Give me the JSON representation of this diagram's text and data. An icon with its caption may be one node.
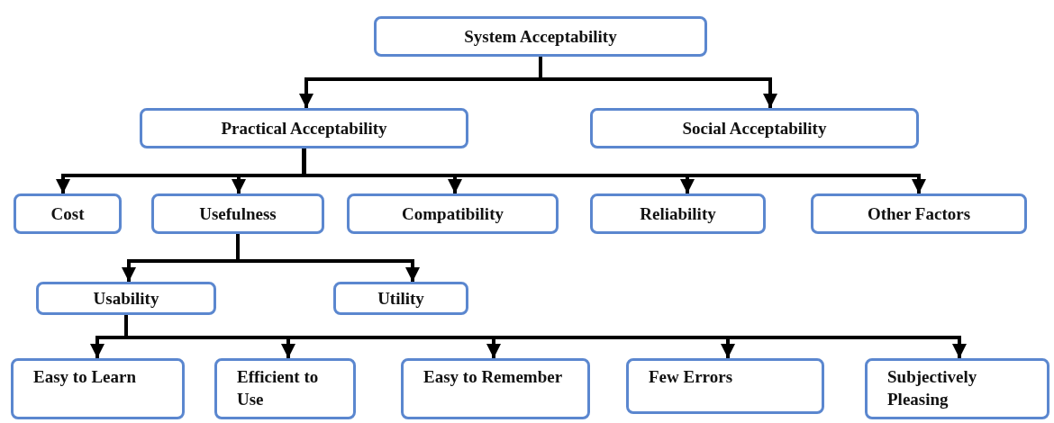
{
  "diagram": {
    "nodes": [
      {
        "text": [
          "System Acceptability"
        ]
      },
      {
        "text": [
          "Practical Acceptability"
        ]
      },
      {
        "text": [
          "Social Acceptability"
        ]
      },
      {
        "text": [
          "Cost"
        ]
      },
      {
        "text": [
          "Usefulness"
        ]
      },
      {
        "text": [
          "Compatibility"
        ]
      },
      {
        "text": [
          "Reliability"
        ]
      },
      {
        "text": [
          "Other Factors"
        ]
      },
      {
        "text": [
          "Usability"
        ]
      },
      {
        "text": [
          "Utility"
        ]
      },
      {
        "text": [
          "Easy to Learn"
        ]
      },
      {
        "text": [
          "Efficient to Use"
        ]
      },
      {
        "text": [
          "Easy to Remember"
        ]
      },
      {
        "text": [
          "Few Errors"
        ]
      },
      {
        "text": [
          "Subjectively Pleasing"
        ]
      }
    ],
    "edges": [
      {
        "from": 0,
        "to": 1,
        "arrow": "to"
      },
      {
        "from": 0,
        "to": 2,
        "arrow": "to"
      },
      {
        "from": 1,
        "to": 3,
        "arrow": "to"
      },
      {
        "from": 1,
        "to": 4,
        "arrow": "to"
      },
      {
        "from": 1,
        "to": 5,
        "arrow": "to"
      },
      {
        "from": 1,
        "to": 6,
        "arrow": "to"
      },
      {
        "from": 1,
        "to": 7,
        "arrow": "to"
      },
      {
        "from": 4,
        "to": 8,
        "arrow": "to"
      },
      {
        "from": 4,
        "to": 9,
        "arrow": "to"
      },
      {
        "from": 8,
        "to": 10,
        "arrow": "to"
      },
      {
        "from": 8,
        "to": 11,
        "arrow": "to"
      },
      {
        "from": 8,
        "to": 12,
        "arrow": "to"
      },
      {
        "from": 8,
        "to": 13,
        "arrow": "to"
      },
      {
        "from": 8,
        "to": 14,
        "arrow": "to"
      }
    ]
  }
}
